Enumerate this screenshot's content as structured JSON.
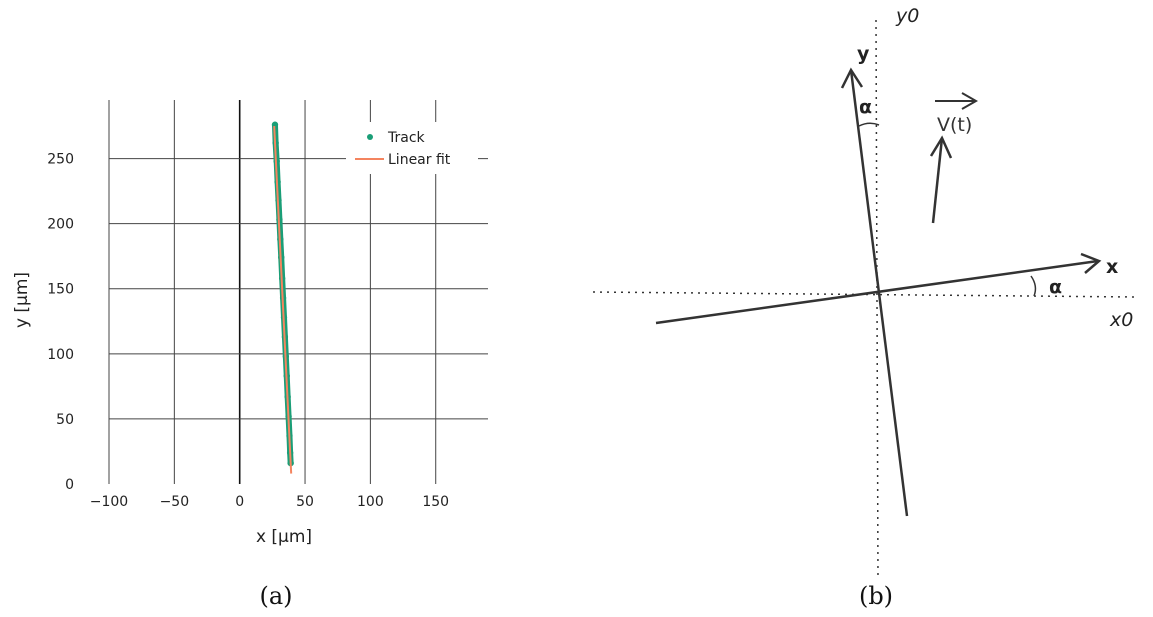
{
  "chart_data": {
    "type": "scatter",
    "xlabel": "x [µm]",
    "ylabel": "y [µm]",
    "xlim": [
      -100,
      190
    ],
    "ylim": [
      0,
      295
    ],
    "x_ticks": [
      -100,
      -50,
      0,
      50,
      100,
      150
    ],
    "y_ticks": [
      0,
      50,
      100,
      150,
      200,
      250
    ],
    "x_tick_labels": [
      "−100",
      "−50",
      "0",
      "50",
      "100",
      "150"
    ],
    "y_tick_labels": [
      "0",
      "50",
      "100",
      "150",
      "200",
      "250"
    ],
    "grid": true,
    "legend_position": "top-right",
    "series": [
      {
        "name": "Track",
        "kind": "markers",
        "color": "#1a9e77",
        "points": [
          [
            27,
            276
          ],
          [
            27.5,
            262
          ],
          [
            28.3,
            248
          ],
          [
            29,
            232
          ],
          [
            29.7,
            218
          ],
          [
            30.4,
            203
          ],
          [
            31.1,
            188
          ],
          [
            31.8,
            174
          ],
          [
            32.5,
            158
          ],
          [
            33.2,
            143
          ],
          [
            33.9,
            128
          ],
          [
            34.6,
            113
          ],
          [
            35.3,
            98
          ],
          [
            36,
            83
          ],
          [
            36.7,
            67
          ],
          [
            37.4,
            52
          ],
          [
            38.1,
            37
          ],
          [
            38.6,
            24
          ],
          [
            39,
            16
          ]
        ]
      },
      {
        "name": "Linear fit",
        "kind": "line",
        "color": "#f4845f",
        "points": [
          [
            26.4,
            275
          ],
          [
            39.4,
            8
          ]
        ]
      }
    ]
  },
  "diagram": {
    "x0_label": "x0",
    "y0_label": "y0",
    "x_label": "x",
    "y_label": "y",
    "alpha_label": "α",
    "velocity_label": "V(t)"
  },
  "captions": {
    "left": "(a)",
    "right": "(b)"
  }
}
